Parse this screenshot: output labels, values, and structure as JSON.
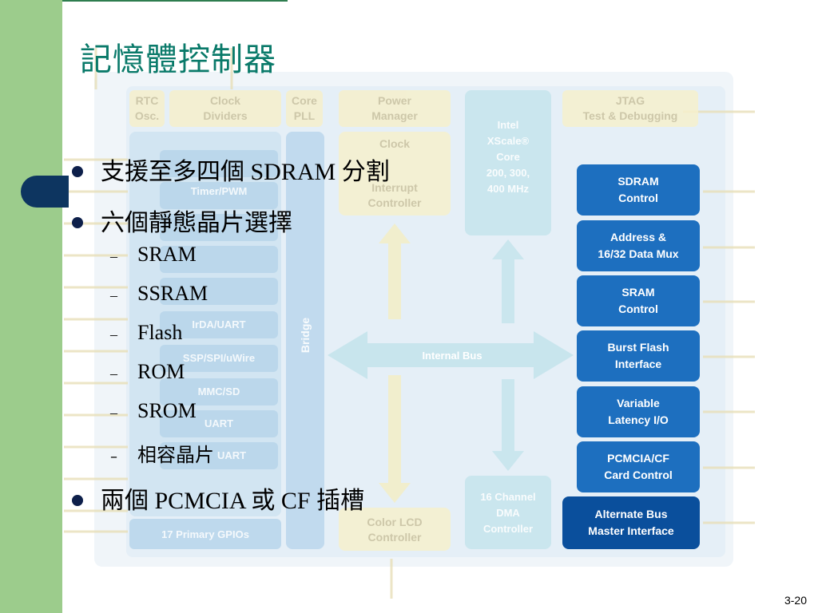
{
  "slide": {
    "title": "記憶體控制器",
    "page_number": "3-20"
  },
  "bullets": [
    {
      "level": 1,
      "text": "支援至多四個 SDRAM 分割"
    },
    {
      "level": 1,
      "text": "六個靜態晶片選擇"
    },
    {
      "level": 2,
      "text": "SRAM"
    },
    {
      "level": 2,
      "text": "SSRAM"
    },
    {
      "level": 2,
      "text": "Flash"
    },
    {
      "level": 2,
      "text": "ROM"
    },
    {
      "level": 2,
      "text": "SROM"
    },
    {
      "level": 2,
      "text": "相容晶片"
    },
    {
      "level": 1,
      "text": "兩個 PCMCIA 或 CF 插槽"
    }
  ],
  "diagram": {
    "top_boxes": [
      "RTC Osc.",
      "Clock Dividers",
      "Core PLL",
      "Power Manager",
      "JTAG Test & Debugging"
    ],
    "center_boxes": [
      "Clock Manager",
      "Interrupt Controller",
      "Color LCD Controller"
    ],
    "core": "Intel XScale® Core 200, 300, 400 MHz",
    "dma": "16 Channel DMA Controller",
    "left_column": [
      "Timer/PWM",
      "IrDA/UART",
      "SSP/SPI/uWire",
      "MMC/SD",
      "UART",
      "UART",
      "17 Primary GPIOs"
    ],
    "bridge_label": "Bridge",
    "internal_bus_label": "Internal Bus",
    "memory_blocks": [
      "SDRAM Control",
      "Address & 16/32 Data Mux",
      "SRAM Control",
      "Burst Flash Interface",
      "Variable Latency I/O",
      "PCMCIA/CF Card Control",
      "Alternate Bus Master Interface"
    ],
    "colors": {
      "memory_block": "#1d6fbf",
      "memory_block_dark": "#0a4f9c",
      "faded_panel": "#d8e8f3",
      "faded_box": "#f6f0cc",
      "side_bar": "#9ccc8c",
      "title": "#0a7a6a"
    }
  }
}
